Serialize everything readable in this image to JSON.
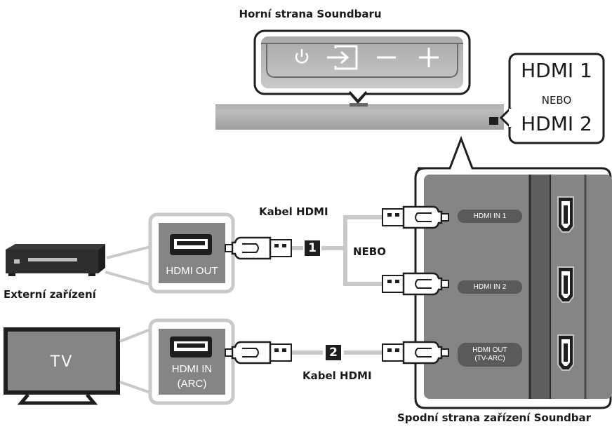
{
  "labels": {
    "top_caption": "Horní strana Soundbaru",
    "bottom_caption": "Spodní strana zařízení Soundbar",
    "external_device": "Externí zařízení",
    "cable_hdmi_top": "Kabel HDMI",
    "cable_hdmi_bottom": "Kabel HDMI",
    "nebo_middle": "NEBO",
    "tv": "TV"
  },
  "callout": {
    "line1": "HDMI 1",
    "line2": "NEBO",
    "line3": "HDMI 2"
  },
  "device_ports": {
    "hdmi_out": "HDMI OUT",
    "hdmi_in_line1": "HDMI IN",
    "hdmi_in_line2": "(ARC)"
  },
  "soundbar_ports": {
    "in1": "HDMI IN 1",
    "in2": "HDMI IN 2",
    "out_line1": "HDMI OUT",
    "out_line2": "(TV-ARC)"
  },
  "badges": {
    "one": "1",
    "two": "2"
  },
  "icons": [
    "power-icon",
    "input-source-icon",
    "volume-down-icon",
    "volume-up-icon"
  ],
  "colors": {
    "panel_gray": "#7d7d7d",
    "light_gray": "#c9c9c9",
    "outline": "#1e1e1e",
    "white": "#ffffff"
  }
}
